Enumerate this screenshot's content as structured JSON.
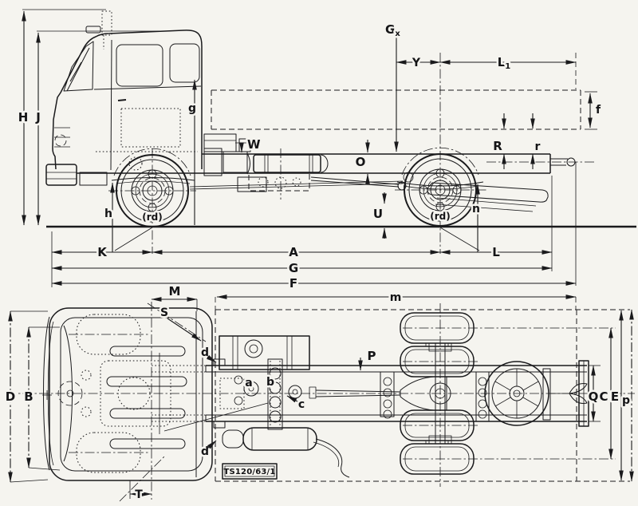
{
  "colors": {
    "ink": "#1a1a1c",
    "paper": "#f5f4ef"
  },
  "plate": {
    "code": "TS120/63/1"
  },
  "side_view": {
    "labels": {
      "H": "H",
      "J": "J",
      "g": "g",
      "W": "W",
      "O": "O",
      "U": "U",
      "h": "h",
      "rd_front": "(rd)",
      "rd_rear": "(rd)",
      "n": "n",
      "R": "R",
      "r": "r",
      "f": "f",
      "Gx_main": "G",
      "Gx_sub": "x",
      "Y": "Y",
      "L1_main": "L",
      "L1_sub": "1",
      "K": "K",
      "A": "A",
      "L": "L",
      "G": "G",
      "F": "F"
    }
  },
  "plan_view": {
    "labels": {
      "M": "M",
      "S": "S",
      "m": "m",
      "T": "T",
      "D": "D",
      "B": "B",
      "d_upper": "d",
      "d_lower": "d",
      "a": "a",
      "b": "b",
      "c": "c",
      "P": "P",
      "Q": "Q",
      "C": "C",
      "E": "E",
      "p": "p"
    }
  }
}
